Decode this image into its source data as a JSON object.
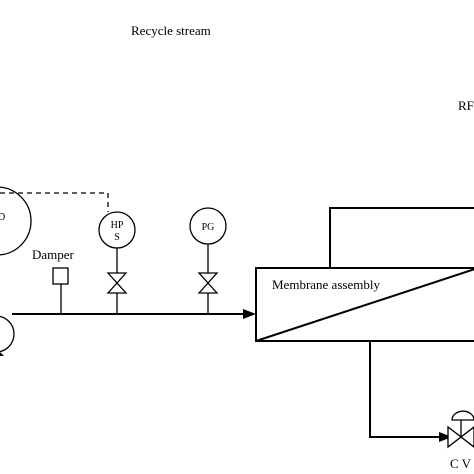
{
  "labels": {
    "recycle_stream": "Recycle stream",
    "rf": "RF",
    "partial_circle": "D",
    "damper": "Damper",
    "hps_line1": "HP",
    "hps_line2": "S",
    "pg": "PG",
    "membrane": "Membrane assembly",
    "cv": "C V"
  }
}
